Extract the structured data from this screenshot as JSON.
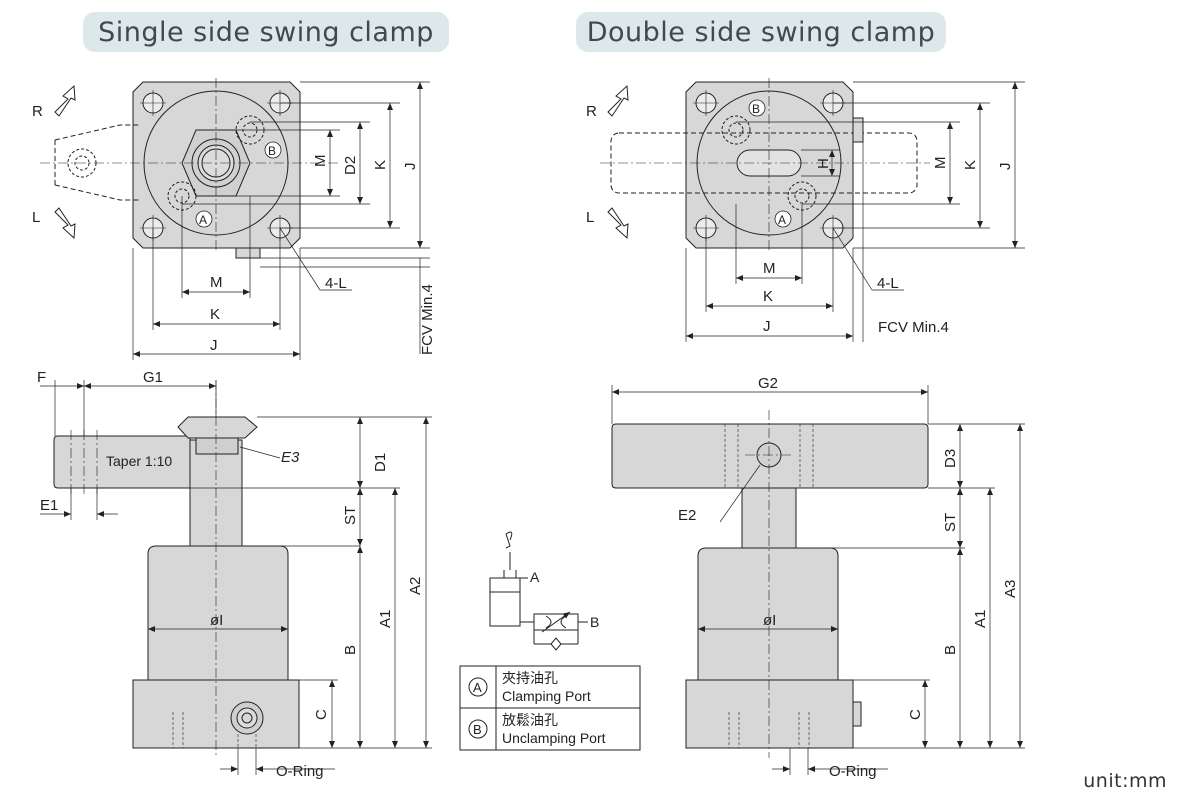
{
  "titles": {
    "single": "Single side swing clamp",
    "double": "Double side swing clamp"
  },
  "unit": "unit:mm",
  "single_top": {
    "R": "R",
    "L": "L",
    "M": "M",
    "K": "K",
    "J": "J",
    "D2": "D2",
    "A": "A",
    "B": "B",
    "holes": "4-L",
    "fcv": "FCV Min.4"
  },
  "double_top": {
    "R": "R",
    "L": "L",
    "M": "M",
    "K": "K",
    "J": "J",
    "H": "H",
    "A": "A",
    "B": "B",
    "holes": "4-L",
    "fcv": "FCV Min.4"
  },
  "single_side": {
    "F": "F",
    "G1": "G1",
    "E1": "E1",
    "E3": "E3",
    "taper": "Taper 1:10",
    "D1": "D1",
    "ST": "ST",
    "A1": "A1",
    "A2": "A2",
    "B": "B",
    "C": "C",
    "phi_i": "øI",
    "oring": "O-Ring"
  },
  "double_side": {
    "G2": "G2",
    "E2": "E2",
    "D3": "D3",
    "ST": "ST",
    "A1": "A1",
    "A3": "A3",
    "B": "B",
    "C": "C",
    "phi_i": "øI",
    "oring": "O-Ring"
  },
  "circuit": {
    "A": "A",
    "B": "B"
  },
  "legend": [
    {
      "symbol": "A",
      "zh": "夾持油孔",
      "en": "Clamping Port"
    },
    {
      "symbol": "B",
      "zh": "放鬆油孔",
      "en": "Unclamping Port"
    }
  ]
}
